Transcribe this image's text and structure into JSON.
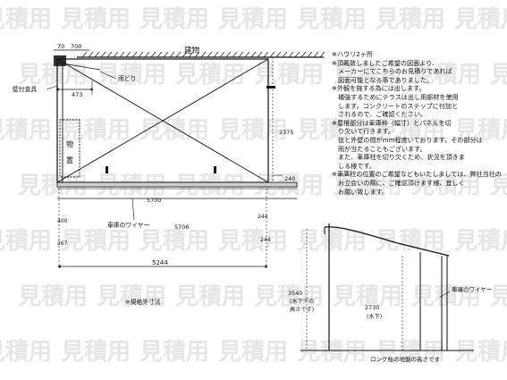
{
  "plan_view": {
    "dims": {
      "top_left_small": "70",
      "top_post_offset": "700",
      "overhang": "473",
      "right_height": "2375",
      "right_small": "240",
      "inner_width": "5700",
      "wire_width": "5706",
      "left_post_size": "400",
      "left_post_sub": "267",
      "right_post_size": "244",
      "right_post_sub": "244",
      "total_width": "5244"
    },
    "labels": {
      "building": "建物",
      "rain_gutter": "雨どり",
      "wall_attach": "壁付金具",
      "storage": "物置",
      "wire_note": "車庫のワイヤー"
    },
    "caption": "※規格外寸法"
  },
  "section_view": {
    "dims": {
      "left_height": "3540",
      "left_height_note1": "(水下での",
      "left_height_note2": "高さです)",
      "right_height": "2730",
      "right_height_note": "(水下)"
    },
    "labels": {
      "wire": "車庫のワイヤー"
    },
    "caption": "ロング柱の地盤の高さです"
  },
  "notes": [
    {
      "text": "※ハウリ2ヶ所",
      "indent": false
    },
    {
      "text": "※頂戴致しましたご希望の図面より、",
      "indent": false
    },
    {
      "text": "メーカーにてこちらのお見積りであれば",
      "indent": true
    },
    {
      "text": "図面可能となる事でありました。",
      "indent": true
    },
    {
      "text": "※外観を施する為には出します。",
      "indent": false
    },
    {
      "text": "補強するためにテラスは出し用部材を使用",
      "indent": true
    },
    {
      "text": "します。コンクリートのステップに付加と",
      "indent": true
    },
    {
      "text": "されるので、ご確認ください。",
      "indent": true
    },
    {
      "text": "※屋根部分は車庫枠（幅寸）とパネルを切",
      "indent": false
    },
    {
      "text": "り欠いて行きます。",
      "indent": true
    },
    {
      "text": "従と外壁の間がmm程度いております。その部分は",
      "indent": true
    },
    {
      "text": "雨が当たることもございます。",
      "indent": true
    },
    {
      "text": "また、車庫柱を切り欠くため、状況を頂きま",
      "indent": true
    },
    {
      "text": "しる様です。",
      "indent": true
    },
    {
      "text": "※車庫柱の位置のご希望などもいたしましては、弊社当社の",
      "indent": false
    },
    {
      "text": "お立会いの際に、ご確認頂けます様、宜しく",
      "indent": true
    },
    {
      "text": "お願い致します。",
      "indent": true
    }
  ],
  "watermark_text": "見積用"
}
